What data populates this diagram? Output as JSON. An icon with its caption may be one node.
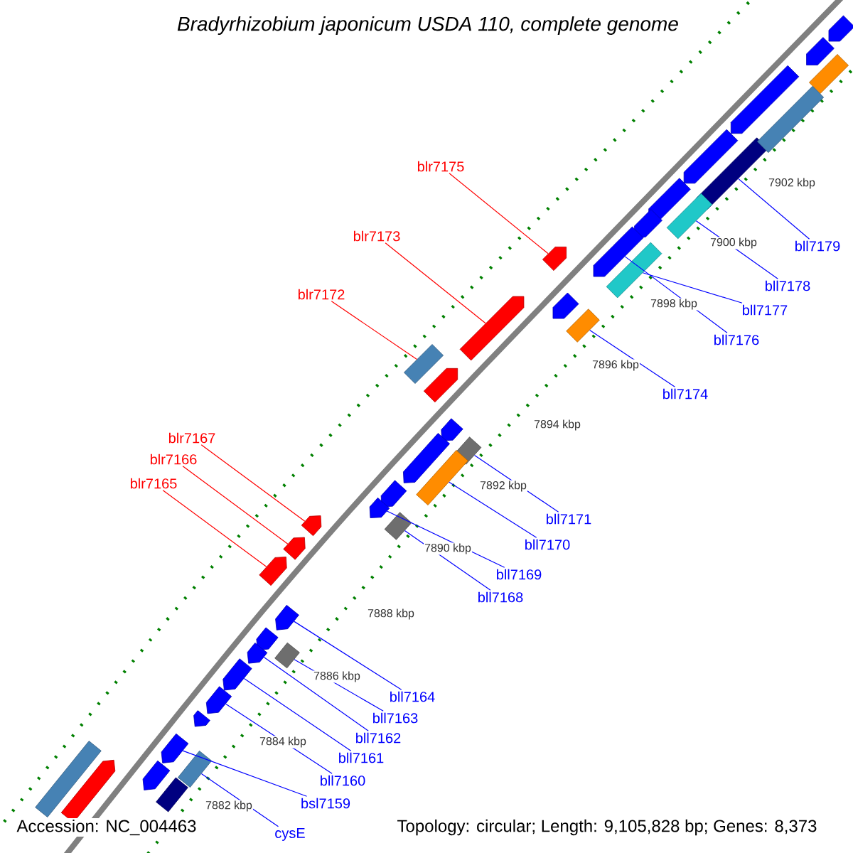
{
  "diagram": {
    "title": "Bradyrhizobium japonicum USDA 110, complete genome",
    "nodes": [
      {
        "text": [
          "blr7175"
        ]
      },
      {
        "text": [
          "bll7179"
        ]
      },
      {
        "text": [
          "blr7173"
        ]
      },
      {
        "text": [
          "bll7178"
        ]
      },
      {
        "text": [
          "blr7172"
        ]
      },
      {
        "text": [
          "bll7177"
        ]
      },
      {
        "text": [
          "bll7176"
        ]
      },
      {
        "text": [
          "bll7174"
        ]
      },
      {
        "text": [
          "blr7167"
        ]
      },
      {
        "text": [
          "blr7166"
        ]
      },
      {
        "text": [
          "blr7165"
        ]
      },
      {
        "text": [
          "bll7171"
        ]
      },
      {
        "text": [
          "bll7170"
        ]
      },
      {
        "text": [
          "bll7169"
        ]
      },
      {
        "text": [
          "bll7168"
        ]
      },
      {
        "text": [
          "bll7164"
        ]
      },
      {
        "text": [
          "bll7163"
        ]
      },
      {
        "text": [
          "bll7162"
        ]
      },
      {
        "text": [
          "bll7161"
        ]
      },
      {
        "text": [
          "bll7160"
        ]
      },
      {
        "text": [
          "bsl7159"
        ]
      },
      {
        "text": [
          "cysE"
        ]
      },
      {
        "text": [],
        "shape": "pentagon"
      },
      {
        "text": [],
        "shape": "pentagon"
      },
      {
        "text": [],
        "shape": "box"
      },
      {
        "text": [],
        "shape": "pentagon"
      },
      {
        "text": [],
        "shape": "box"
      },
      {
        "text": [],
        "shape": "box"
      },
      {
        "text": [],
        "shape": "pentagon"
      },
      {
        "text": [],
        "shape": "pentagon"
      },
      {
        "text": [],
        "shape": "pentagon"
      },
      {
        "text": [],
        "shape": "box"
      },
      {
        "text": [],
        "shape": "pentagon"
      },
      {
        "text": [],
        "shape": "box"
      },
      {
        "text": [],
        "shape": "pentagon"
      },
      {
        "text": [],
        "shape": "pentagon"
      },
      {
        "text": [],
        "shape": "pentagon"
      },
      {
        "text": [],
        "shape": "box"
      },
      {
        "text": [],
        "shape": "box"
      },
      {
        "text": [],
        "shape": "pentagon"
      },
      {
        "text": [],
        "shape": "pentagon"
      },
      {
        "text": [],
        "shape": "pentagon"
      },
      {
        "text": [],
        "shape": "box"
      },
      {
        "text": [],
        "shape": "box"
      },
      {
        "text": [],
        "shape": "pentagon"
      },
      {
        "text": [],
        "shape": "pentagon"
      },
      {
        "text": [],
        "shape": "box"
      },
      {
        "text": [],
        "shape": "pentagon"
      },
      {
        "text": [],
        "shape": "pentagon"
      },
      {
        "text": [],
        "shape": "pentagon"
      },
      {
        "text": [],
        "shape": "pentagon"
      },
      {
        "text": [],
        "shape": "pentagon"
      },
      {
        "text": [],
        "shape": "pentagon"
      },
      {
        "text": [],
        "shape": "box"
      },
      {
        "text": [],
        "shape": "pentagon"
      },
      {
        "text": [],
        "shape": "pentagon"
      },
      {
        "text": [],
        "shape": "pentagon"
      },
      {
        "text": [],
        "shape": "pentagon"
      },
      {
        "text": [],
        "shape": "pentagon"
      },
      {
        "text": [],
        "shape": "box"
      },
      {
        "text": [],
        "shape": "box"
      },
      {
        "text": [],
        "shape": "box"
      },
      {
        "text": [],
        "shape": "pentagon"
      }
    ],
    "edges": [
      {
        "from": 0,
        "to": 34,
        "arrow": "none",
        "color": "#ff0000"
      },
      {
        "from": 1,
        "to": 26,
        "arrow": "none"
      },
      {
        "from": 2,
        "to": 35,
        "arrow": "none",
        "color": "#ff0000"
      },
      {
        "from": 3,
        "to": 31,
        "arrow": "none"
      },
      {
        "from": 4,
        "to": 38,
        "arrow": "none",
        "color": "#ff0000"
      },
      {
        "from": 5,
        "to": 33,
        "arrow": "none"
      },
      {
        "from": 6,
        "to": 32,
        "arrow": "none"
      },
      {
        "from": 7,
        "to": 37,
        "arrow": "none"
      },
      {
        "from": 8,
        "to": 47,
        "arrow": "none",
        "color": "#ff0000"
      },
      {
        "from": 9,
        "to": 48,
        "arrow": "none",
        "color": "#ff0000"
      },
      {
        "from": 10,
        "to": 49,
        "arrow": "none",
        "color": "#ff0000"
      },
      {
        "from": 11,
        "to": 42,
        "arrow": "none"
      },
      {
        "from": 12,
        "to": 43,
        "arrow": "none"
      },
      {
        "from": 13,
        "to": 45,
        "arrow": "none"
      },
      {
        "from": 14,
        "to": 46,
        "arrow": "none"
      },
      {
        "from": 15,
        "to": 50,
        "arrow": "none"
      },
      {
        "from": 16,
        "to": 53,
        "arrow": "none"
      },
      {
        "from": 17,
        "to": 52,
        "arrow": "none"
      },
      {
        "from": 18,
        "to": 54,
        "arrow": "none"
      },
      {
        "from": 19,
        "to": 55,
        "arrow": "none"
      },
      {
        "from": 20,
        "to": 57,
        "arrow": "none"
      },
      {
        "from": 21,
        "to": 59,
        "arrow": "none"
      }
    ],
    "labels": [
      "7902 kbp",
      "7900 kbp",
      "7898 kbp",
      "7896 kbp",
      "7894 kbp",
      "7892 kbp",
      "7890 kbp",
      "7888 kbp",
      "7886 kbp",
      "7884 kbp",
      "7882 kbp",
      "Accession: NC_004463",
      "Topology: circular; Length: 9,105,828 bp; Genes: 8,373"
    ]
  }
}
